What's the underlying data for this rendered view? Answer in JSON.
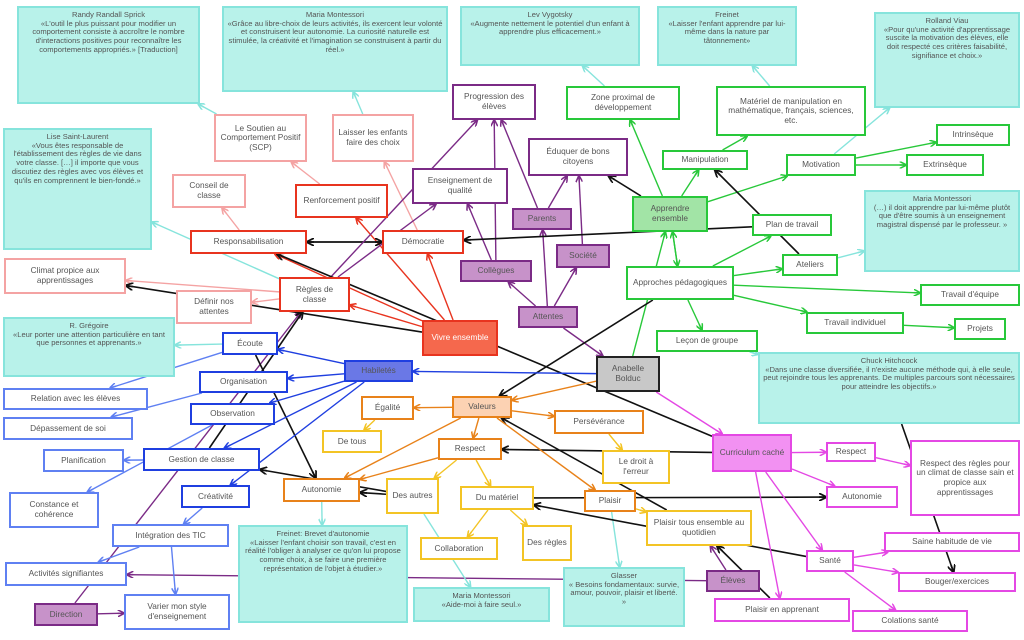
{
  "colors": {
    "quote": "#86e4dc",
    "pink": "#f4a3a3",
    "red": "#e8341f",
    "purple": "#7b2b86",
    "green": "#28c83a",
    "blue": "#1f3fe0",
    "lblue": "#5f80f2",
    "orange": "#e8821a",
    "yellow": "#f3c425",
    "magenta": "#e448e4",
    "black": "#111111"
  },
  "nodes": [
    {
      "id": "randy",
      "type": "quote",
      "author": "Randy Randall Sprick",
      "text": "«L'outil le plus puissant pour modifier un comportement consiste à accroître le nombre d'interactions positives pour reconnaître les comportements appropriés.» [Traduction]"
    },
    {
      "id": "montessori",
      "type": "quote",
      "author": "Maria Montessori",
      "text": "«Grâce au libre-choix de leurs activités, ils exercent leur volonté et construisent leur autonomie. La curiosité naturelle est stimulée, la créativité et l'imagination se construisent à partir du réel.»"
    },
    {
      "id": "lise",
      "type": "quote",
      "author": "Lise Saint-Laurent",
      "text": "«Vous êtes responsable de l'établissement des règles de vie dans votre classe. […] il importe que vous discutiez des règles avec vos élèves et qu'ils en comprennent le bien-fondé.»"
    },
    {
      "id": "vygotsky",
      "type": "quote",
      "author": "Lev Vygotsky",
      "text": "«Augmente nettement le potentiel d'un enfant à apprendre plus efficacement.»"
    },
    {
      "id": "freinet",
      "type": "quote",
      "author": "Freinet",
      "text": "«Laisser l'enfant apprendre par lui-même dans la nature par tâtonnement»"
    },
    {
      "id": "viau",
      "type": "quote",
      "author": "Rolland Viau",
      "text": "«Pour qu'une activité d'apprentissage suscite la motivation des élèves, elle doit respecté ces critères faisabilité, signifiance et choix.»"
    },
    {
      "id": "gregoire",
      "type": "quote",
      "author": "R. Grégoire",
      "text": "«Leur porter une attention particulière en tant que personnes et apprenants.»"
    },
    {
      "id": "montessori2",
      "type": "quote",
      "author": "Maria Montessori",
      "text": "(…) il doit apprendre par lui-même plutôt que d'être soumis à un enseignement magistral dispensé par le professeur. »"
    },
    {
      "id": "chuck",
      "type": "quote",
      "author": "Chuck Hitchcock",
      "text": "«Dans une classe diversifiée, il n'existe aucune méthode qui, à elle seule, peut rejoindre tous les apprenants. De multiples parcours sont nécessaires pour atteindre les objectifs.»"
    },
    {
      "id": "freinet2",
      "type": "quote",
      "author": "Freinet: Brevet d'autonomie",
      "text": "«Laisser l'enfant choisir son travail, c'est en réalité l'obliger à analyser ce qu'on lui propose comme choix, à se faire une première représentation de l'objet à étudier.»"
    },
    {
      "id": "montessori3",
      "type": "quote",
      "author": "Maria Montessori",
      "text": "«Aide-moi à faire seul.»"
    },
    {
      "id": "glasser",
      "type": "quote",
      "author": "Glasser",
      "text": "« Besoins fondamentaux: survie, amour, pouvoir, plaisir et liberté. »"
    },
    {
      "id": "soutien",
      "type": "pink",
      "text": "Le Soutien au Comportement Positif (SCP)"
    },
    {
      "id": "laisser",
      "type": "pink",
      "text": "Laisser les enfants faire des choix"
    },
    {
      "id": "conseil",
      "type": "pink",
      "text": "Conseil de classe"
    },
    {
      "id": "climat",
      "type": "pink",
      "text": "Climat propice aux apprentissages"
    },
    {
      "id": "definir",
      "type": "pink",
      "text": "Définir nos attentes"
    },
    {
      "id": "renforcement",
      "type": "red",
      "text": "Renforcement positif"
    },
    {
      "id": "responsabilisation",
      "type": "red",
      "text": "Responsabilisation"
    },
    {
      "id": "democratie",
      "type": "red",
      "text": "Démocratie"
    },
    {
      "id": "regles",
      "type": "red",
      "text": "Règles de classe"
    },
    {
      "id": "vivre",
      "type": "redf",
      "text": "Vivre ensemble"
    },
    {
      "id": "progression",
      "type": "purple",
      "text": "Progression des élèves"
    },
    {
      "id": "enseignement",
      "type": "purple",
      "text": "Enseignement de qualité"
    },
    {
      "id": "eduquer",
      "type": "purple",
      "text": "Éduquer de bons citoyens"
    },
    {
      "id": "parents",
      "type": "purplef",
      "text": "Parents"
    },
    {
      "id": "collegues",
      "type": "purplef",
      "text": "Collègues"
    },
    {
      "id": "societe",
      "type": "purplef",
      "text": "Société"
    },
    {
      "id": "attentes",
      "type": "purplef",
      "text": "Attentes"
    },
    {
      "id": "eleves",
      "type": "purplef",
      "text": "Élèves"
    },
    {
      "id": "direction",
      "type": "purplef",
      "text": "Direction"
    },
    {
      "id": "zone",
      "type": "green",
      "text": "Zone proximal de développement"
    },
    {
      "id": "materiel",
      "type": "green",
      "text": "Matériel de manipulation en mathématique, français, sciences, etc."
    },
    {
      "id": "manipulation",
      "type": "green",
      "text": "Manipulation"
    },
    {
      "id": "motivation",
      "type": "green",
      "text": "Motivation"
    },
    {
      "id": "intrinseque",
      "type": "green",
      "text": "Intrinsèque"
    },
    {
      "id": "extrinseque",
      "type": "green",
      "text": "Extrinsèque"
    },
    {
      "id": "apprendre",
      "type": "greenf",
      "text": "Apprendre ensemble"
    },
    {
      "id": "plan",
      "type": "green",
      "text": "Plan de travail"
    },
    {
      "id": "approches",
      "type": "green",
      "text": "Approches pédagogiques"
    },
    {
      "id": "ateliers",
      "type": "green",
      "text": "Ateliers"
    },
    {
      "id": "equipe",
      "type": "green",
      "text": "Travail d'équipe"
    },
    {
      "id": "individuel",
      "type": "green",
      "text": "Travail individuel"
    },
    {
      "id": "projets",
      "type": "green",
      "text": "Projets"
    },
    {
      "id": "lecon",
      "type": "green",
      "text": "Leçon de groupe"
    },
    {
      "id": "ecoute",
      "type": "blue",
      "text": "Écoute"
    },
    {
      "id": "habiletes",
      "type": "bluef",
      "text": "Habiletés"
    },
    {
      "id": "organisation",
      "type": "blue",
      "text": "Organisation"
    },
    {
      "id": "observation",
      "type": "blue",
      "text": "Observation"
    },
    {
      "id": "gestion",
      "type": "blue",
      "text": "Gestion de classe"
    },
    {
      "id": "creativite",
      "type": "blue",
      "text": "Créativité"
    },
    {
      "id": "relation",
      "type": "lblue",
      "text": "Relation avec les élèves"
    },
    {
      "id": "depassement",
      "type": "lblue",
      "text": "Dépassement de soi"
    },
    {
      "id": "planification",
      "type": "lblue",
      "text": "Planification"
    },
    {
      "id": "constance",
      "type": "lblue",
      "text": "Constance et cohérence"
    },
    {
      "id": "integration",
      "type": "lblue",
      "text": "Intégration des TIC"
    },
    {
      "id": "activites",
      "type": "lblue",
      "text": "Activités signifiantes"
    },
    {
      "id": "varier",
      "type": "lblue",
      "text": "Varier mon style d'enseignement"
    },
    {
      "id": "anabelle",
      "type": "gray",
      "text": "Anabelle Bolduc"
    },
    {
      "id": "valeurs",
      "type": "orangef",
      "text": "Valeurs"
    },
    {
      "id": "egalite",
      "type": "orange",
      "text": "Égalité"
    },
    {
      "id": "respect",
      "type": "orange",
      "text": "Respect"
    },
    {
      "id": "perseverance",
      "type": "orange",
      "text": "Persévérance"
    },
    {
      "id": "autonomie",
      "type": "orange",
      "text": "Autonomie"
    },
    {
      "id": "plaisir",
      "type": "orange",
      "text": "Plaisir"
    },
    {
      "id": "detous",
      "type": "yellow",
      "text": "De tous"
    },
    {
      "id": "ledroit",
      "type": "yellow",
      "text": "Le droit à l'erreur"
    },
    {
      "id": "desautres",
      "type": "yellow",
      "text": "Des autres"
    },
    {
      "id": "dumateriel",
      "type": "yellow",
      "text": "Du matériel"
    },
    {
      "id": "collaboration",
      "type": "yellow",
      "text": "Collaboration"
    },
    {
      "id": "desregles",
      "type": "yellow",
      "text": "Des règles"
    },
    {
      "id": "plaisirtous",
      "type": "yellow",
      "text": "Plaisir tous ensemble au quotidien"
    },
    {
      "id": "curriculum",
      "type": "magentaf",
      "text": "Curriculum caché"
    },
    {
      "id": "respect2",
      "type": "magenta",
      "text": "Respect"
    },
    {
      "id": "respectregles",
      "type": "magenta",
      "text": "Respect des règles pour un climat de classe sain et propice aux apprentissages"
    },
    {
      "id": "autonomie2",
      "type": "magenta",
      "text": "Autonomie"
    },
    {
      "id": "saine",
      "type": "magenta",
      "text": "Saine habitude de vie"
    },
    {
      "id": "sante",
      "type": "magenta",
      "text": "Santé"
    },
    {
      "id": "bouger",
      "type": "magenta",
      "text": "Bouger/exercices"
    },
    {
      "id": "plaisirapp",
      "type": "magenta",
      "text": "Plaisir en apprenant"
    },
    {
      "id": "collations",
      "type": "magenta",
      "text": "Colations santé"
    }
  ],
  "edges": [
    [
      "vivre",
      "regles",
      "red"
    ],
    [
      "vivre",
      "responsabilisation",
      "red"
    ],
    [
      "vivre",
      "renforcement",
      "red"
    ],
    [
      "vivre",
      "democratie",
      "red"
    ],
    [
      "democratie",
      "responsabilisation",
      "black"
    ],
    [
      "responsabilisation",
      "democratie",
      "black"
    ],
    [
      "regles",
      "climat",
      "pink"
    ],
    [
      "regles",
      "definir",
      "pink"
    ],
    [
      "responsabilisation",
      "conseil",
      "pink"
    ],
    [
      "renforcement",
      "soutien",
      "pink"
    ],
    [
      "democratie",
      "laisser",
      "pink"
    ],
    [
      "soutien",
      "randy",
      "quote"
    ],
    [
      "laisser",
      "montessori",
      "quote"
    ],
    [
      "regles",
      "lise",
      "quote"
    ],
    [
      "ecoute",
      "gregoire",
      "quote"
    ],
    [
      "attentes",
      "collegues",
      "purple"
    ],
    [
      "attentes",
      "parents",
      "purple"
    ],
    [
      "attentes",
      "societe",
      "purple"
    ],
    [
      "parents",
      "progression",
      "purple"
    ],
    [
      "parents",
      "eduquer",
      "purple"
    ],
    [
      "societe",
      "eduquer",
      "purple"
    ],
    [
      "collegues",
      "enseignement",
      "purple"
    ],
    [
      "collegues",
      "progression",
      "purple"
    ],
    [
      "regles",
      "progression",
      "purple"
    ],
    [
      "regles",
      "enseignement",
      "purple"
    ],
    [
      "attentes",
      "anabelle",
      "purple"
    ],
    [
      "direction",
      "regles",
      "purple"
    ],
    [
      "direction",
      "varier",
      "purple"
    ],
    [
      "eleves",
      "activites",
      "purple"
    ],
    [
      "eleves",
      "plaisirtous",
      "purple"
    ],
    [
      "apprendre",
      "zone",
      "green"
    ],
    [
      "apprendre",
      "manipulation",
      "green"
    ],
    [
      "manipulation",
      "materiel",
      "green"
    ],
    [
      "apprendre",
      "motivation",
      "green"
    ],
    [
      "motivation",
      "intrinseque",
      "green"
    ],
    [
      "motivation",
      "extrinseque",
      "green"
    ],
    [
      "apprendre",
      "approches",
      "green"
    ],
    [
      "approches",
      "apprendre",
      "green"
    ],
    [
      "approches",
      "plan",
      "green"
    ],
    [
      "approches",
      "ateliers",
      "green"
    ],
    [
      "approches",
      "equipe",
      "green"
    ],
    [
      "approches",
      "individuel",
      "green"
    ],
    [
      "individuel",
      "projets",
      "green"
    ],
    [
      "approches",
      "lecon",
      "green"
    ],
    [
      "anabelle",
      "apprendre",
      "green"
    ],
    [
      "zone",
      "vygotsky",
      "quote"
    ],
    [
      "materiel",
      "freinet",
      "quote"
    ],
    [
      "motivation",
      "viau",
      "quote"
    ],
    [
      "ateliers",
      "montessori2",
      "quote"
    ],
    [
      "lecon",
      "chuck",
      "quote"
    ],
    [
      "autonomie",
      "freinet2",
      "quote"
    ],
    [
      "plaisir",
      "glasser",
      "quote"
    ],
    [
      "desautres",
      "montessori3",
      "quote"
    ],
    [
      "apprendre",
      "eduquer",
      "black"
    ],
    [
      "ateliers",
      "manipulation",
      "black"
    ],
    [
      "plan",
      "democratie",
      "black"
    ],
    [
      "approches",
      "valeurs",
      "black"
    ],
    [
      "curriculum",
      "respect",
      "black"
    ],
    [
      "curriculum",
      "responsabilisation",
      "black"
    ],
    [
      "chuck",
      "bouger",
      "black"
    ],
    [
      "ecoute",
      "autonomie",
      "black"
    ],
    [
      "desautres",
      "gestion",
      "black"
    ],
    [
      "plaisirtous",
      "valeurs",
      "black"
    ],
    [
      "sante",
      "dumateriel",
      "black"
    ],
    [
      "plaisirapp",
      "plaisirtous",
      "black"
    ],
    [
      "dumateriel",
      "autonomie2",
      "black"
    ],
    [
      "vivre",
      "climat",
      "black"
    ],
    [
      "gestion",
      "regles",
      "black"
    ],
    [
      "anabelle",
      "habiletes",
      "blue"
    ],
    [
      "habiletes",
      "ecoute",
      "blue"
    ],
    [
      "habiletes",
      "organisation",
      "blue"
    ],
    [
      "habiletes",
      "observation",
      "blue"
    ],
    [
      "habiletes",
      "gestion",
      "blue"
    ],
    [
      "habiletes",
      "creativite",
      "blue"
    ],
    [
      "ecoute",
      "relation",
      "lblue"
    ],
    [
      "organisation",
      "depassement",
      "lblue"
    ],
    [
      "gestion",
      "planification",
      "lblue"
    ],
    [
      "observation",
      "constance",
      "lblue"
    ],
    [
      "creativite",
      "integration",
      "lblue"
    ],
    [
      "integration",
      "activites",
      "lblue"
    ],
    [
      "integration",
      "varier",
      "lblue"
    ],
    [
      "anabelle",
      "valeurs",
      "orange"
    ],
    [
      "valeurs",
      "egalite",
      "orange"
    ],
    [
      "valeurs",
      "perseverance",
      "orange"
    ],
    [
      "valeurs",
      "respect",
      "orange"
    ],
    [
      "valeurs",
      "plaisir",
      "orange"
    ],
    [
      "respect",
      "autonomie",
      "orange"
    ],
    [
      "valeurs",
      "autonomie",
      "orange"
    ],
    [
      "egalite",
      "detous",
      "yellow"
    ],
    [
      "perseverance",
      "ledroit",
      "yellow"
    ],
    [
      "respect",
      "dumateriel",
      "yellow"
    ],
    [
      "respect",
      "desautres",
      "yellow"
    ],
    [
      "dumateriel",
      "collaboration",
      "yellow"
    ],
    [
      "dumateriel",
      "desregles",
      "yellow"
    ],
    [
      "plaisir",
      "plaisirtous",
      "yellow"
    ],
    [
      "desautres",
      "autonomie",
      "black"
    ],
    [
      "anabelle",
      "curriculum",
      "magenta"
    ],
    [
      "curriculum",
      "respect2",
      "magenta"
    ],
    [
      "curriculum",
      "autonomie2",
      "magenta"
    ],
    [
      "curriculum",
      "sante",
      "magenta"
    ],
    [
      "curriculum",
      "plaisirapp",
      "magenta"
    ],
    [
      "respect2",
      "respectregles",
      "magenta"
    ],
    [
      "sante",
      "saine",
      "magenta"
    ],
    [
      "sante",
      "bouger",
      "magenta"
    ],
    [
      "sante",
      "collations",
      "magenta"
    ]
  ]
}
